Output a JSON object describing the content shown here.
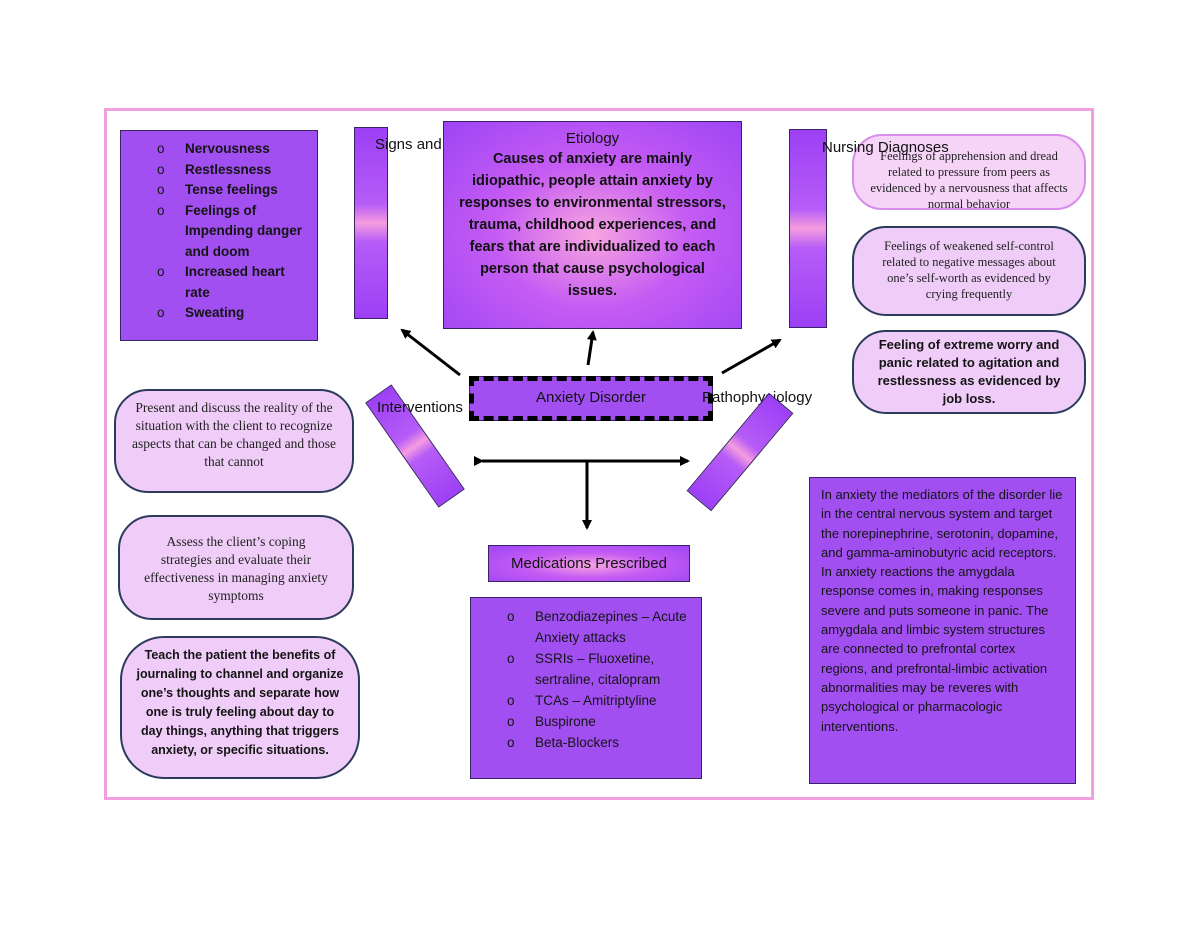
{
  "signs_symptoms": {
    "title": "Signs and Symptoms",
    "items": [
      "Nervousness",
      "Restlessness",
      "Tense feelings",
      "Feelings of Impending danger and doom",
      "Increased heart rate",
      "Sweating"
    ]
  },
  "etiology": {
    "title": "Etiology",
    "text": "Causes of anxiety are mainly idiopathic, people attain anxiety by responses to environmental stressors, trauma, childhood experiences, and fears that are individualized to each person that cause psychological issues."
  },
  "nursing_diagnoses": {
    "title": "Nursing Diagnoses",
    "items": [
      "Feelings of apprehension and dread related to pressure from peers as evidenced by a nervousness that affects normal behavior",
      "Feelings of weakened self-control related to negative messages about one’s self-worth as evidenced by crying frequently",
      "Feeling of extreme worry and panic related to agitation and restlessness as evidenced by job loss."
    ]
  },
  "center": {
    "title": "Anxiety Disorder"
  },
  "interventions": {
    "title": "Interventions",
    "items": [
      "Present and discuss the reality of the situation with the client to recognize aspects that can be changed and those that cannot",
      "Assess the client’s coping strategies and evaluate their effectiveness in managing anxiety symptoms",
      "Teach the patient the benefits of journaling to channel and organize one’s thoughts and separate how one is truly feeling about day to day things, anything that triggers anxiety, or specific situations."
    ]
  },
  "pathophysiology": {
    "title": "Pathophysiology",
    "text": "In anxiety the mediators of the disorder lie in the central nervous system and target the norepinephrine, serotonin, dopamine, and gamma-aminobutyric acid receptors. In anxiety reactions the amygdala response comes in, making responses severe and puts someone in panic. The amygdala and limbic system structures are connected to prefrontal cortex regions, and prefrontal-limbic activation abnormalities may be reveres with psychological or pharmacologic interventions."
  },
  "medications": {
    "title": "Medications Prescribed",
    "items": [
      "Benzodiazepines – Acute Anxiety attacks",
      "SSRIs – Fluoxetine, sertraline, citalopram",
      "TCAs – Amitriptyline",
      "Buspirone",
      "Beta-Blockers"
    ]
  },
  "colors": {
    "frame": "#f0a0e0",
    "purple": "#a24ff2",
    "pink": "#f7a6e0",
    "pill": "#efcdf8",
    "outline": "#2c3a5c"
  }
}
